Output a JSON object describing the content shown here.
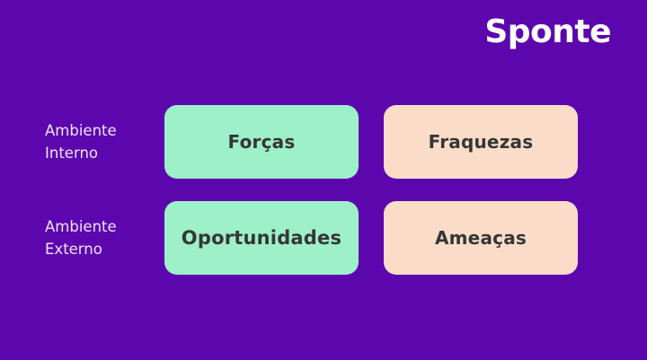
{
  "brand": {
    "name": "Sponte"
  },
  "theme": {
    "background": "#5C07AE",
    "card_internal": "#9DF0C8",
    "card_external": "#FADCC9",
    "card_text": "#363636",
    "axis_label_text": "#EFE3F9",
    "brand_text": "#FFFFFF"
  },
  "matrix": {
    "rows": [
      {
        "axis_label_line1": "Ambiente",
        "axis_label_line2": "Interno",
        "cards": [
          {
            "label": "Forças"
          },
          {
            "label": "Fraquezas"
          }
        ]
      },
      {
        "axis_label_line1": "Ambiente",
        "axis_label_line2": "Externo",
        "cards": [
          {
            "label": "Oportunidades"
          },
          {
            "label": "Ameaças"
          }
        ]
      }
    ]
  }
}
